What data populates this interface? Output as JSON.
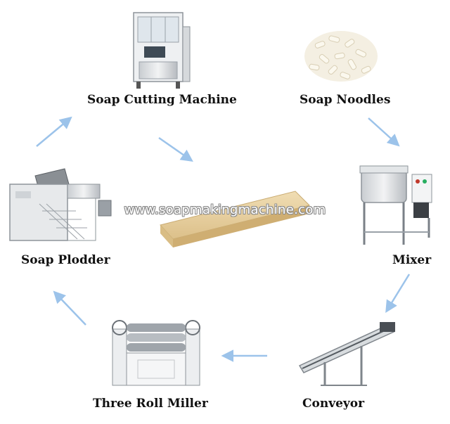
{
  "watermark": "www.soapmakingmachine.com",
  "steps": [
    {
      "id": "soap-cutting-machine",
      "label": "Soap Cutting Machine"
    },
    {
      "id": "soap-noodles",
      "label": "Soap Noodles"
    },
    {
      "id": "mixer",
      "label": "Mixer"
    },
    {
      "id": "conveyor",
      "label": "Conveyor"
    },
    {
      "id": "three-roll-miller",
      "label": "Three Roll Miller"
    },
    {
      "id": "soap-plodder",
      "label": "Soap Plodder"
    }
  ],
  "center_product": "soap bar",
  "colors": {
    "arrow": "#9cc3ea",
    "text": "#111111",
    "soap": "#e9d4a6"
  }
}
